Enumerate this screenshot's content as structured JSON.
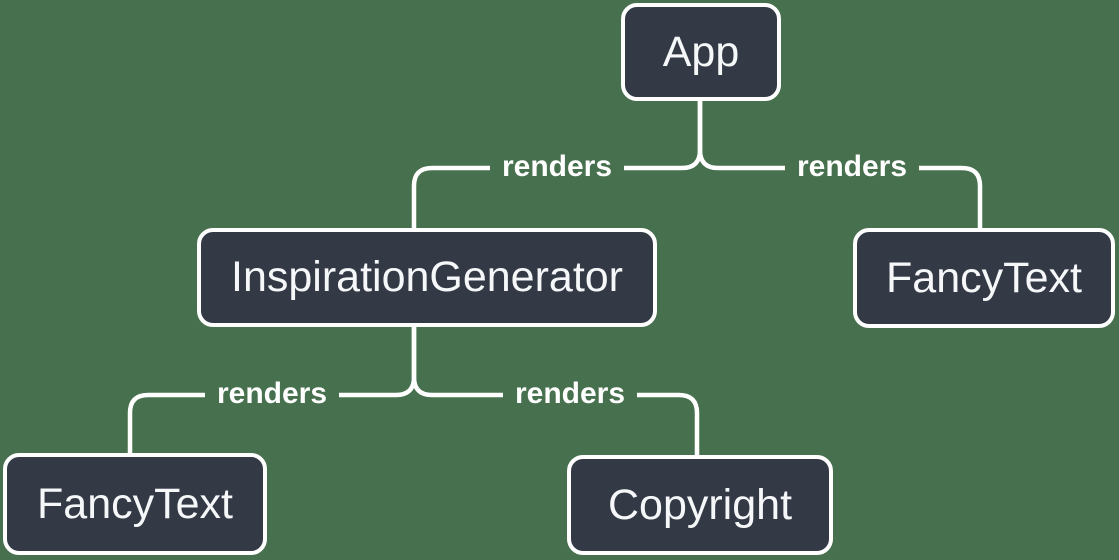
{
  "colors": {
    "background": "#47704E",
    "node-fill": "#333A46",
    "node-border": "#FFFFFF",
    "node-text": "#F6F7F9",
    "line": "#FFFFFF",
    "label-text": "#FFFFFF"
  },
  "nodes": [
    {
      "id": "app",
      "label": "App"
    },
    {
      "id": "inspiration-generator",
      "label": "InspirationGenerator"
    },
    {
      "id": "fancy-text-right",
      "label": "FancyText"
    },
    {
      "id": "fancy-text-bottom",
      "label": "FancyText"
    },
    {
      "id": "copyright",
      "label": "Copyright"
    }
  ],
  "edges": [
    {
      "from": "App",
      "to": "InspirationGenerator",
      "label": "renders"
    },
    {
      "from": "App",
      "to": "FancyText",
      "label": "renders"
    },
    {
      "from": "InspirationGenerator",
      "to": "FancyText",
      "label": "renders"
    },
    {
      "from": "InspirationGenerator",
      "to": "Copyright",
      "label": "renders"
    }
  ]
}
